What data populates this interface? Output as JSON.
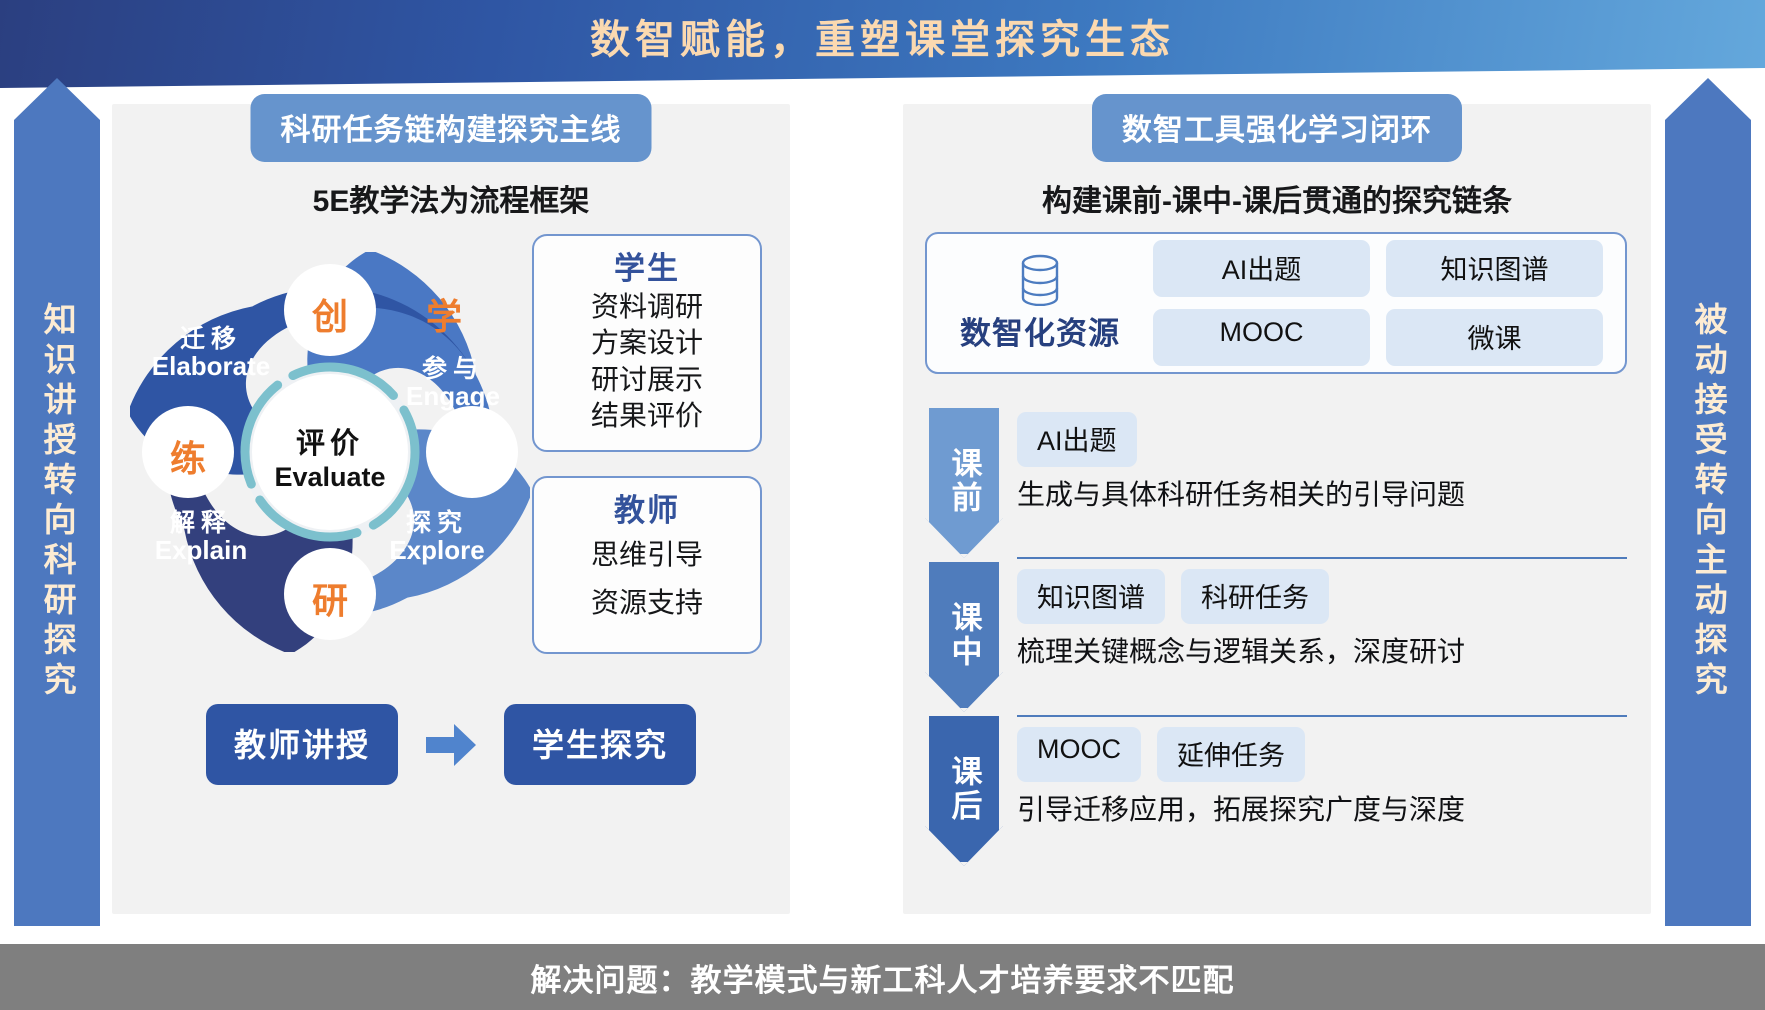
{
  "header": {
    "title": "数智赋能，重塑课堂探究生态",
    "accent": "#fbd9b0"
  },
  "side_arrows": {
    "left": {
      "text": "知识讲授转向科研探究",
      "icon": "arrow-up-icon",
      "color": "#4d78bf"
    },
    "right": {
      "text": "被动接受转向主动探究",
      "icon": "arrow-up-icon",
      "color": "#4d78bf"
    }
  },
  "left_panel": {
    "pill_title": "科研任务链构建探究主线",
    "subtitle": "5E教学法为流程框架",
    "wheel": {
      "center": {
        "cn": "评价",
        "en": "Evaluate"
      },
      "segments": [
        {
          "cn": "参与",
          "en": "Engage",
          "node": "学"
        },
        {
          "cn": "探究",
          "en": "Explore",
          "node": "研"
        },
        {
          "cn": "解释",
          "en": "Explain",
          "node": "练"
        },
        {
          "cn": "迁移",
          "en": "Elaborate",
          "node": "创"
        }
      ],
      "node_color": "#ee7d2e"
    },
    "cards": [
      {
        "title": "学生",
        "lines": [
          "资料调研",
          "方案设计",
          "研讨展示",
          "结果评价"
        ]
      },
      {
        "title": "教师",
        "lines": [
          "思维引导",
          "资源支持"
        ]
      }
    ],
    "transition": {
      "from": "教师讲授",
      "to": "学生探究",
      "icon": "right-arrow-icon"
    }
  },
  "right_panel": {
    "pill_title": "数智工具强化学习闭环",
    "subtitle": "构建课前-课中-课后贯通的探究链条",
    "resource": {
      "icon": "database-icon",
      "label": "数智化资源",
      "tags": [
        "AI出题",
        "知识图谱",
        "MOOC",
        "微课"
      ]
    },
    "stages": [
      {
        "stage": "课前",
        "tags": [
          "AI出题"
        ],
        "desc": "生成与具体科研任务相关的引导问题",
        "color": "#6f9bd1"
      },
      {
        "stage": "课中",
        "tags": [
          "知识图谱",
          "科研任务"
        ],
        "desc": "梳理关键概念与逻辑关系，深度研讨",
        "color": "#4f7cbc"
      },
      {
        "stage": "课后",
        "tags": [
          "MOOC",
          "延伸任务"
        ],
        "desc": "引导迁移应用，拓展探究广度与深度",
        "color": "#3a66ae"
      }
    ]
  },
  "footer": {
    "text": "解决问题：教学模式与新工科人才培养要求不匹配",
    "bg": "#7f7f7f"
  }
}
